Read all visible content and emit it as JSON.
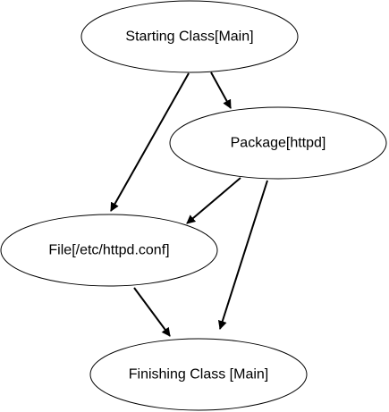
{
  "diagram": {
    "nodes": [
      {
        "id": "starting",
        "label": "Starting Class[Main]"
      },
      {
        "id": "package",
        "label": "Package[httpd]"
      },
      {
        "id": "file",
        "label": "File[/etc/httpd.conf]"
      },
      {
        "id": "finishing",
        "label": "Finishing Class [Main]"
      }
    ],
    "edges": [
      {
        "from": "starting",
        "to": "package"
      },
      {
        "from": "starting",
        "to": "file"
      },
      {
        "from": "package",
        "to": "file"
      },
      {
        "from": "package",
        "to": "finishing"
      },
      {
        "from": "file",
        "to": "finishing"
      }
    ]
  }
}
